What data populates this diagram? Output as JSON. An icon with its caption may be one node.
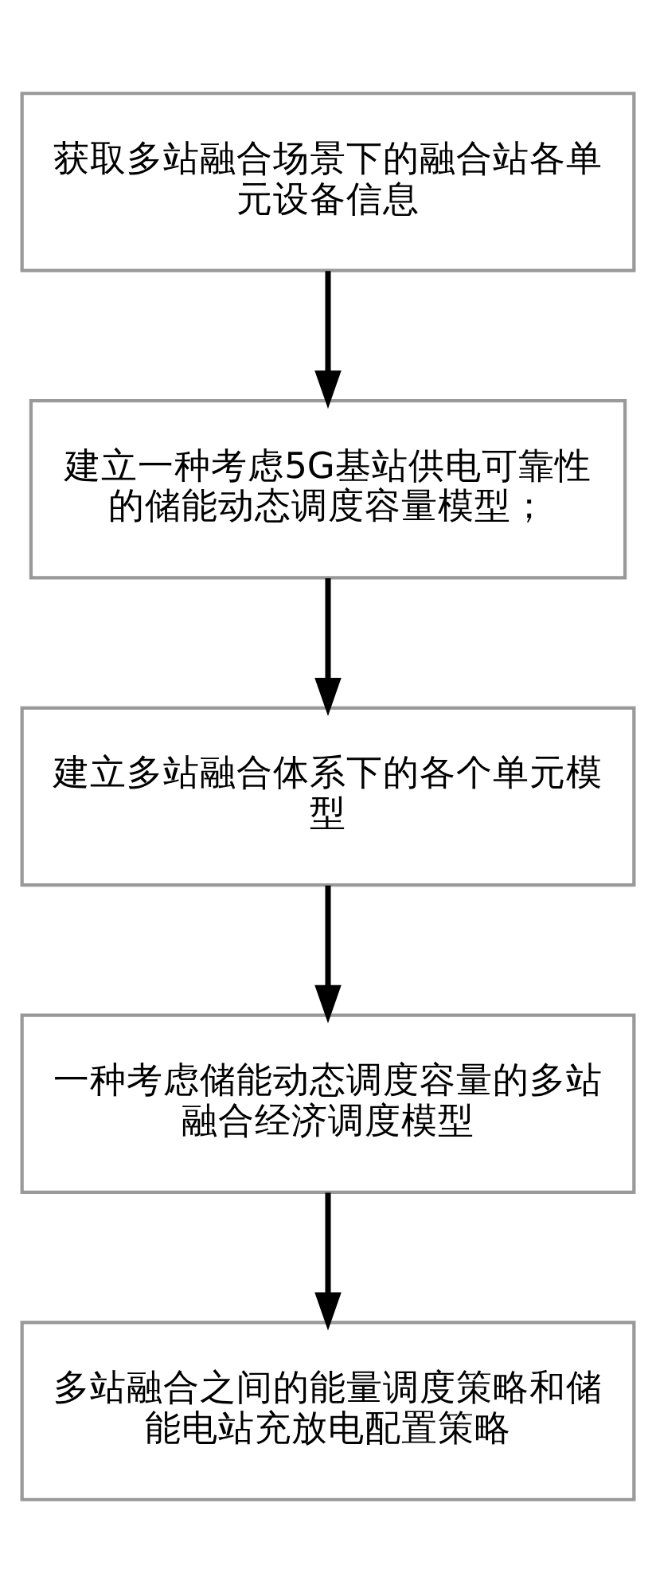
{
  "diagram": {
    "nodes": [
      {
        "text": [
          "获取多站融合场景下的融合站各单元设备信息"
        ]
      },
      {
        "text": [
          "建立一种考虑5G基站供电可靠性的储能动态调度容量模型；"
        ]
      },
      {
        "text": [
          "建立多站融合体系下的各个单元模型"
        ]
      },
      {
        "text": [
          "一种考虑储能动态调度容量的多站融合经济调度模型"
        ]
      },
      {
        "text": [
          "多站融合之间的能量调度策略和储能电站充放电配置策略"
        ]
      }
    ],
    "edges": [
      {
        "from": 0,
        "to": 1,
        "arrow": "to"
      },
      {
        "from": 1,
        "to": 2,
        "arrow": "to"
      },
      {
        "from": 2,
        "to": 3,
        "arrow": "to"
      },
      {
        "from": 3,
        "to": 4,
        "arrow": "to"
      }
    ]
  }
}
